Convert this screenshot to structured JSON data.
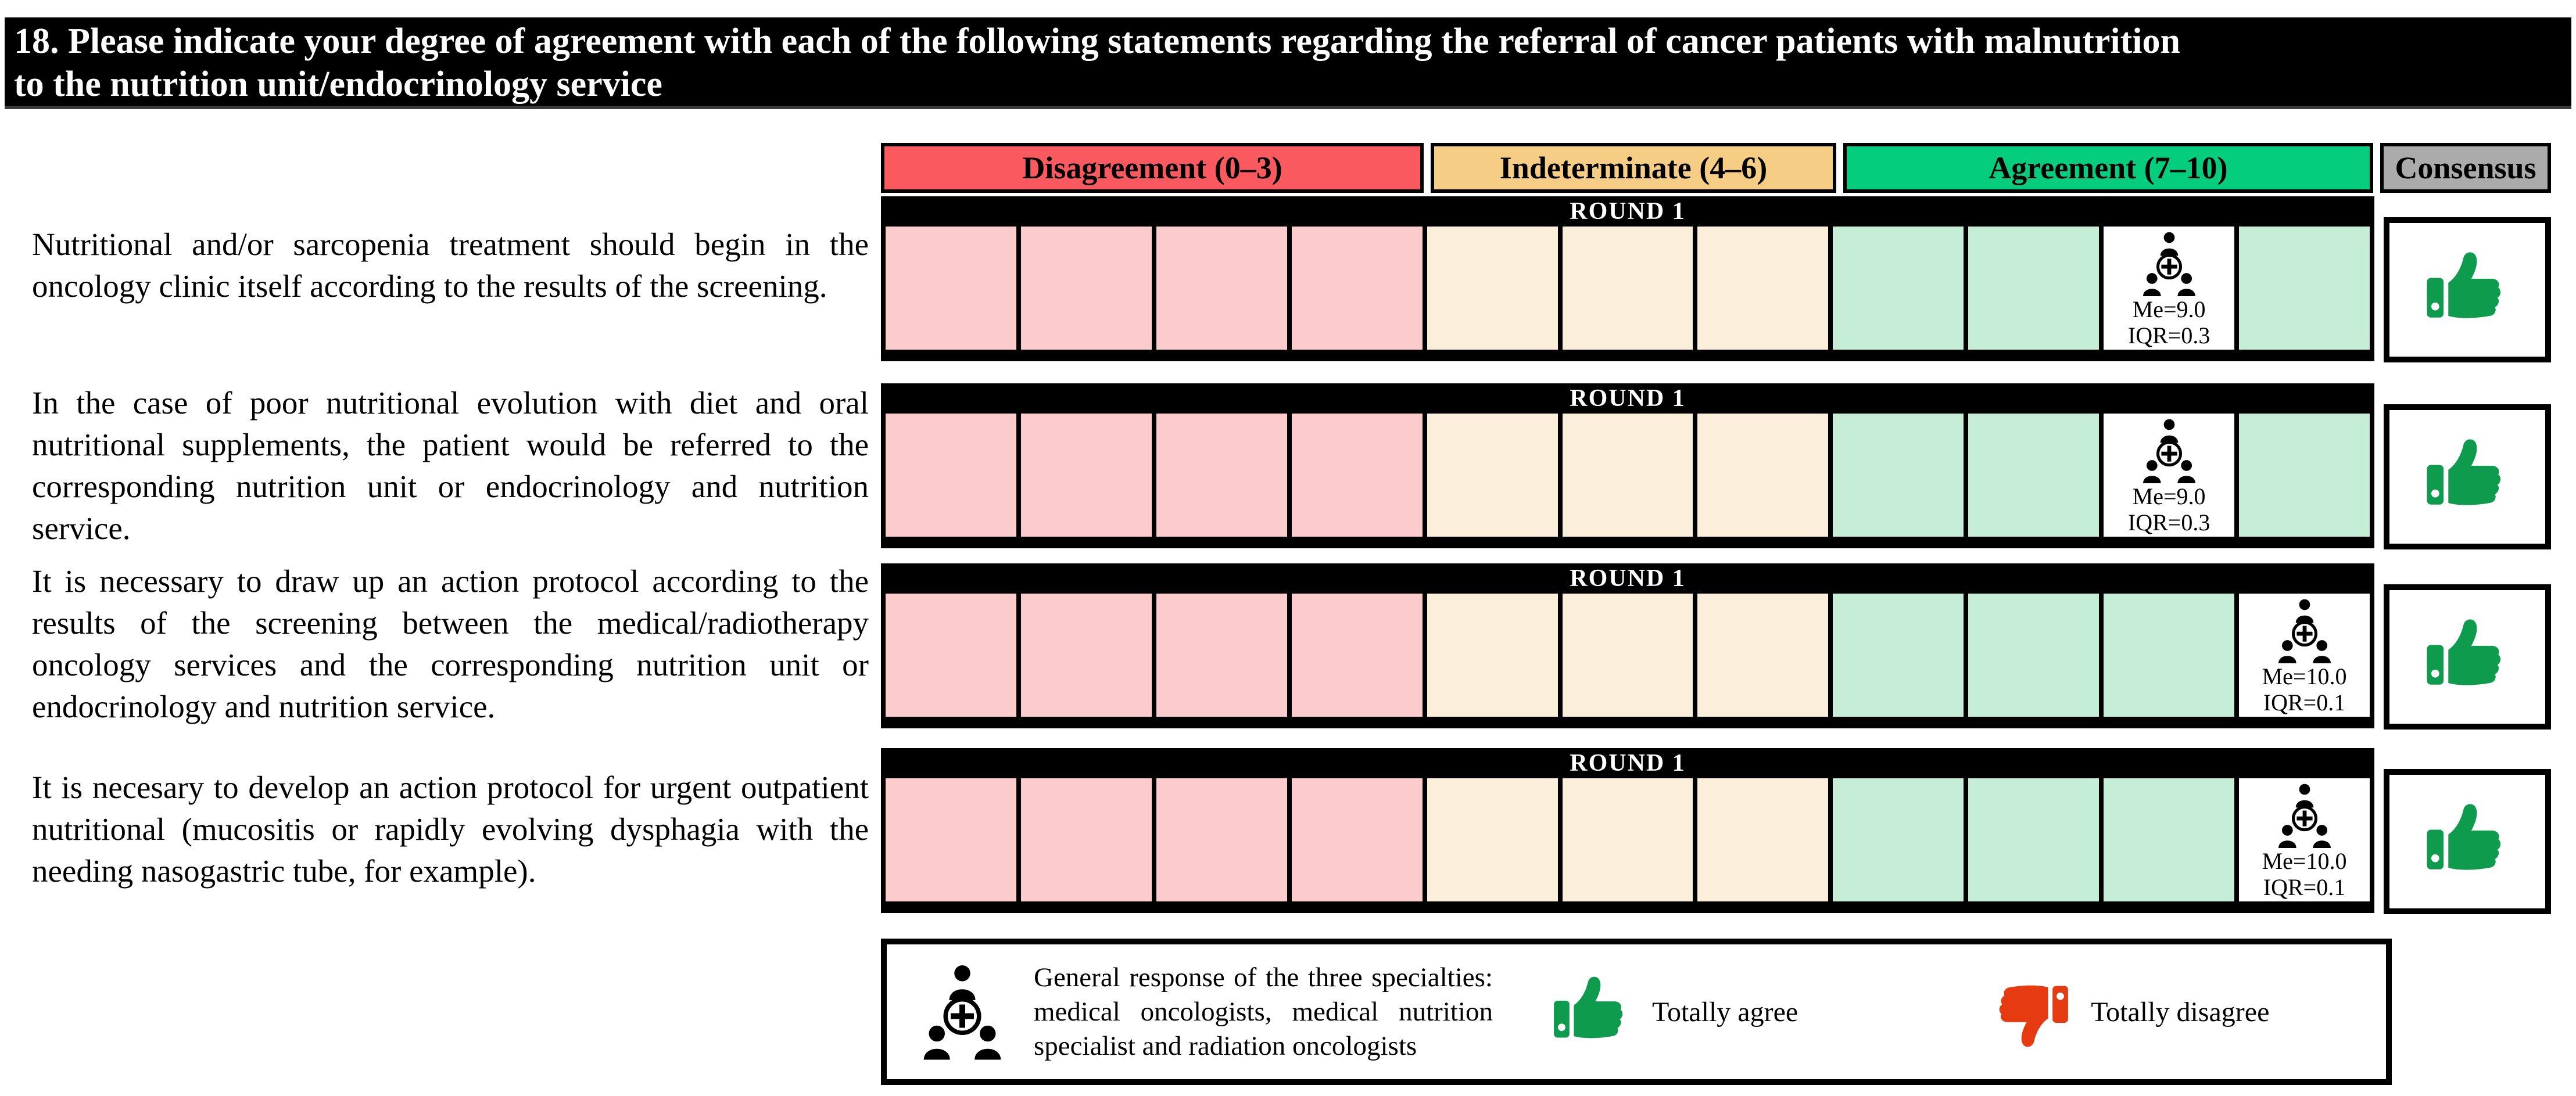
{
  "title": {
    "lines": [
      "18. Please indicate your degree of agreement with each of the following statements regarding the referral of cancer patients with malnutrition",
      "to the nutrition unit/endocrinology service"
    ]
  },
  "column_headers": {
    "disagreement": "Disagreement (0–3)",
    "indeterminate": "Indeterminate (4–6)",
    "agreement": "Agreement (7–10)",
    "consensus": "Consensus"
  },
  "colors": {
    "disagreement_header": "#F9595F",
    "indeterminate_header": "#F5CD84",
    "agreement_header": "#04CE7E",
    "consensus_header": "#ABABAB",
    "disagreement_cell": "#FCCBCC",
    "indeterminate_cell": "#FBEFDC",
    "agreement_cell": "#C6EDD6",
    "agree_thumb_green": "#0E9B4D",
    "disagree_thumb_red": "#E63B10",
    "round_bar": "#000000"
  },
  "chart_data": {
    "type": "table",
    "scale": {
      "min": 0,
      "max": 10,
      "cells": 11,
      "zones": [
        {
          "name": "disagreement",
          "range": [
            0,
            3
          ]
        },
        {
          "name": "indeterminate",
          "range": [
            4,
            6
          ]
        },
        {
          "name": "agreement",
          "range": [
            7,
            10
          ]
        }
      ]
    },
    "rows": [
      {
        "statement": "Nutritional and/or sarcopenia treatment should begin in the oncology clinic itself according to the results of the screening.",
        "round": "ROUND 1",
        "me_label": "Me=9.0",
        "iqr_label": "IQR=0.3",
        "median": 9.0,
        "iqr": 0.3,
        "marker_cell": 9,
        "consensus": "agree"
      },
      {
        "statement": "In the case of poor nutritional evolution with diet and oral nutritional supplements, the patient would be referred to the corresponding nutrition unit or endocrinology and nutrition service.",
        "round": "ROUND 1",
        "me_label": "Me=9.0",
        "iqr_label": "IQR=0.3",
        "median": 9.0,
        "iqr": 0.3,
        "marker_cell": 9,
        "consensus": "agree"
      },
      {
        "statement": "It is necessary to draw up an action protocol according to the results of the screening between the medical/radiotherapy oncology services and the corresponding nutrition unit or endocrinology and nutrition service.",
        "round": "ROUND 1",
        "me_label": "Me=10.0",
        "iqr_label": "IQR=0.1",
        "median": 10.0,
        "iqr": 0.1,
        "marker_cell": 10,
        "consensus": "agree"
      },
      {
        "statement": "It is necesary to develop an action protocol for urgent outpatient nutritional (mucositis or rapidly evolving dysphagia with the needing nasogastric tube, for example).",
        "round": "ROUND 1",
        "me_label": "Me=10.0",
        "iqr_label": "IQR=0.1",
        "median": 10.0,
        "iqr": 0.1,
        "marker_cell": 10,
        "consensus": "agree"
      }
    ]
  },
  "legend": {
    "group_text": "General response of the three specialties: medical oncologists, medical nutrition specialist and radiation oncologists",
    "agree_label": "Totally agree",
    "disagree_label": "Totally disagree"
  }
}
